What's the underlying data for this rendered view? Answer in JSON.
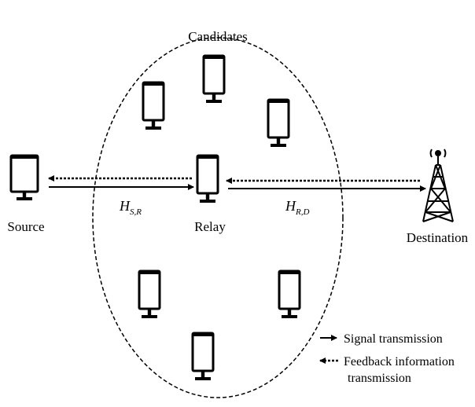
{
  "labels": {
    "candidates": "Candidates",
    "source": "Source",
    "relay": "Relay",
    "destination": "Destination"
  },
  "channels": {
    "source_relay": {
      "symbol": "H",
      "subscript": "S,R"
    },
    "relay_destination": {
      "symbol": "H",
      "subscript": "R,D"
    }
  },
  "legend": {
    "signal": "Signal transmission",
    "feedback_line1": "Feedback information",
    "feedback_line2": "transmission"
  },
  "icons": {
    "terminal": "terminal-icon",
    "tower": "cell-tower-icon"
  },
  "colors": {
    "ink": "#000000",
    "background": "#ffffff"
  }
}
